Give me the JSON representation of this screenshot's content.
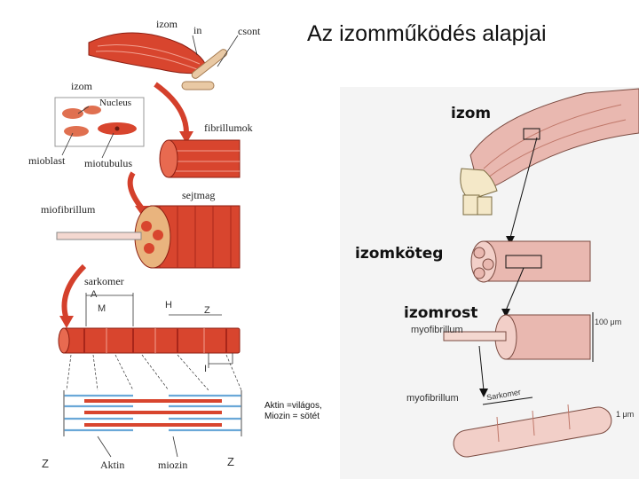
{
  "title": "Az izomműködés alapjai",
  "left_diagram": {
    "labels": {
      "izom_top": "izom",
      "in": "in",
      "csont": "csont",
      "izom_mid": "izom",
      "nucleus": "Nucleus",
      "fibrillumok": "fibrillumok",
      "mioblast": "mioblast",
      "miotubulus": "miotubulus",
      "sejtmag": "sejtmag",
      "miofibrillum": "miofibrillum",
      "sarkomer": "sarkomer",
      "A": "A",
      "M": "M",
      "H": "H",
      "Z_mid": "Z",
      "I": "I",
      "Z_left": "Z",
      "aktin": "Aktin",
      "miozin": "miozin",
      "Z_right": "Z"
    },
    "note_line1": "Aktin =világos,",
    "note_line2": "Miozin = sötét"
  },
  "right_diagram": {
    "labels": {
      "izom": "izom",
      "izomkoteg": "izomköteg",
      "izomrost": "izomrost",
      "myofibrillum_1": "myofibrillum",
      "um100": "100 μm",
      "myofibrillum_2": "myofibrillum",
      "sarkomer": "Sarkomer",
      "um1": "1 μm"
    }
  },
  "colors": {
    "muscle_red": "#d8452e",
    "muscle_dark": "#a8261a",
    "bone": "#e9c9a4",
    "actin_blue": "#6aa8d8",
    "pink_fiber": "#e9b8b0",
    "arrow_red": "#d4402c",
    "right_panel_bg": "#f4f4f4"
  }
}
